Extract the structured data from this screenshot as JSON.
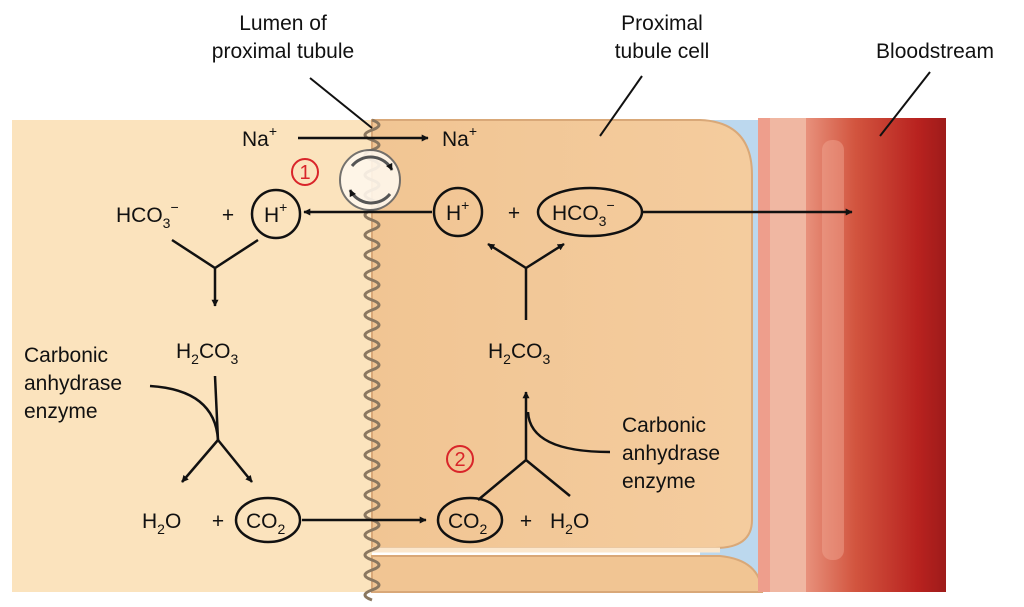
{
  "labels": {
    "lumen_line1": "Lumen of",
    "lumen_line2": "proximal tubule",
    "cell_line1": "Proximal",
    "cell_line2": "tubule cell",
    "bloodstream": "Bloodstream",
    "ca_left_1": "Carbonic",
    "ca_left_2": "anhydrase",
    "ca_left_3": "enzyme",
    "ca_right_1": "Carbonic",
    "ca_right_2": "anhydrase",
    "ca_right_3": "enzyme"
  },
  "steps": {
    "one": "1",
    "two": "2"
  },
  "chem": {
    "na": "Na",
    "plus_sup": "+",
    "minus_sup": "−",
    "h": "H",
    "hco": "HCO",
    "h2co3_a": "H",
    "h2co3_b": "CO",
    "h2o_a": "H",
    "h2o_b": "O",
    "co": "CO",
    "sub2": "2",
    "sub3": "3",
    "plus": "+"
  },
  "colors": {
    "lumen": "#fbe3bd",
    "cell": "#f3c896",
    "interstitial": "#bcd8ee",
    "vessel_wall": "#f0b7a2",
    "blood": "#c8332d",
    "step_marker": "#d9252a"
  }
}
